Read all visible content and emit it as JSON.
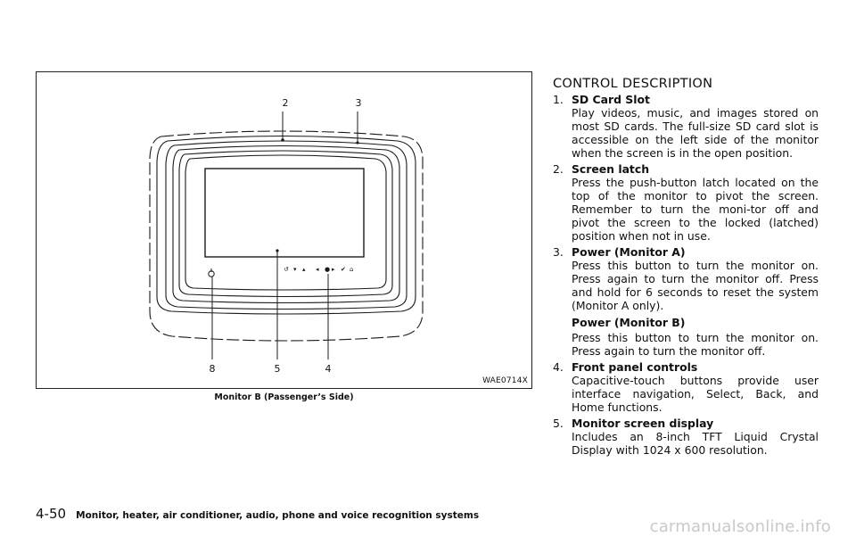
{
  "figure": {
    "code": "WAE0714X",
    "caption": "Monitor B (Passenger’s Side)",
    "callouts": [
      "2",
      "3",
      "8",
      "5",
      "4"
    ]
  },
  "section": {
    "title": "CONTROL DESCRIPTION",
    "items": [
      {
        "number": "1.",
        "title": "SD Card Slot",
        "body": "Play videos, music, and images stored on most SD cards. The full-size SD card slot is accessible on the left side of the monitor when the screen is in the open position."
      },
      {
        "number": "2.",
        "title": "Screen latch",
        "body": "Press the push-button latch located on the top of the monitor to pivot the screen. Remember to turn the moni-tor off and pivot the screen to the locked (latched) position when not in use."
      },
      {
        "number": "3.",
        "title": "Power (Monitor A)",
        "body": "Press this button to turn the monitor on. Press again to turn the monitor off. Press and hold for 6 seconds to reset the system (Monitor A only).",
        "subtitle": "Power (Monitor B)",
        "body2": "Press this button to turn the monitor on. Press again to turn the monitor off."
      },
      {
        "number": "4.",
        "title": "Front panel controls",
        "body": "Capacitive-touch buttons provide user interface navigation, Select, Back, and Home functions."
      },
      {
        "number": "5.",
        "title": "Monitor screen display",
        "body": "Includes an 8-inch TFT Liquid Crystal Display with 1024 x 600 resolution."
      }
    ]
  },
  "footer": {
    "page_number": "4-50",
    "chapter": "Monitor, heater, air conditioner, audio, phone and voice recognition systems"
  },
  "watermark": "carmanualsonline.info"
}
